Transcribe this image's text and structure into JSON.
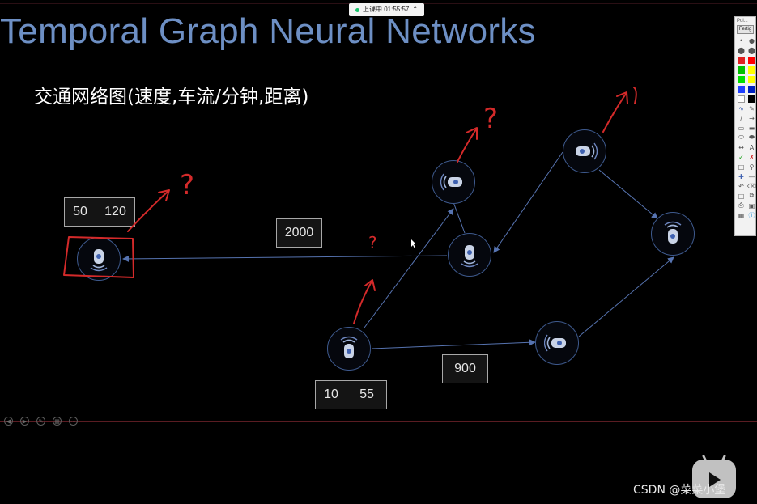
{
  "recording": {
    "label": "上课中 01:55:57"
  },
  "slide": {
    "title": "Temporal Graph Neural Networks",
    "subtitle": "交通网络图(速度,车流/分钟,距离)",
    "edge_labels": {
      "distance_top": "2000",
      "distance_bottom": "900"
    },
    "feature_boxes": [
      {
        "speed": "50",
        "flow": "120"
      },
      {
        "speed": "10",
        "flow": "55"
      }
    ],
    "annotations": {
      "question_mark": "?"
    }
  },
  "toolbar": {
    "title": "Poi...",
    "done_label": "Fertig",
    "colors": [
      "#e02020",
      "#ff0000",
      "#00c000",
      "#ffff00",
      "#00e000",
      "#ffff00",
      "#2040ff",
      "#0020c0",
      "#ffffff",
      "#000000"
    ]
  },
  "watermark": {
    "text": "CSDN @菜菜小堡"
  },
  "colors": {
    "title": "#6d8fc4",
    "annotation": "#d42a2a",
    "edge": "#5673b0",
    "node_border": "#3e5a8e"
  }
}
